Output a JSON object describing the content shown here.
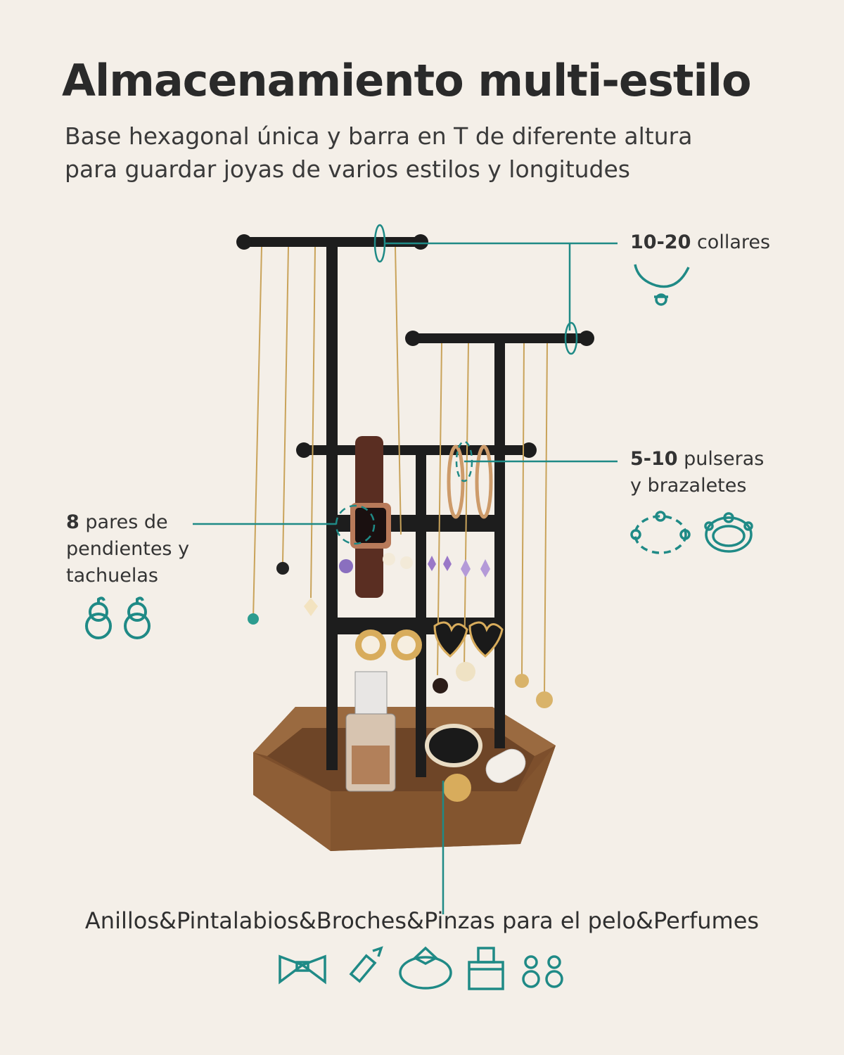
{
  "title": "Almacenamiento multi-estilo",
  "subtitle": [
    "Base hexagonal única y barra en T de diferente altura",
    "para guardar joyas de varios estilos y longitudes"
  ],
  "callouts": {
    "necklaces": {
      "count": "10-20",
      "text": "collares"
    },
    "bracelets": {
      "count": "5-10",
      "text_line1": "pulseras",
      "text_line2": "y brazaletes"
    },
    "earrings": {
      "count": "8",
      "text_line1": "pares de",
      "text_line2": "pendientes y",
      "text_line3": "tachuelas"
    }
  },
  "bottom_label": "Anillos&Pintalabios&Broches&Pinzas para el pelo&Perfumes",
  "icons": [
    "necklace-icon",
    "bracelet-icon",
    "bangle-icon",
    "earring-icon",
    "bow-icon",
    "lipstick-icon",
    "ring-icon",
    "perfume-icon",
    "earring-pair-icon"
  ],
  "colors": {
    "accent": "#1f8a86",
    "background": "#f4efe8",
    "stand": "#1c1c1c",
    "wood": "#8a5a33"
  }
}
